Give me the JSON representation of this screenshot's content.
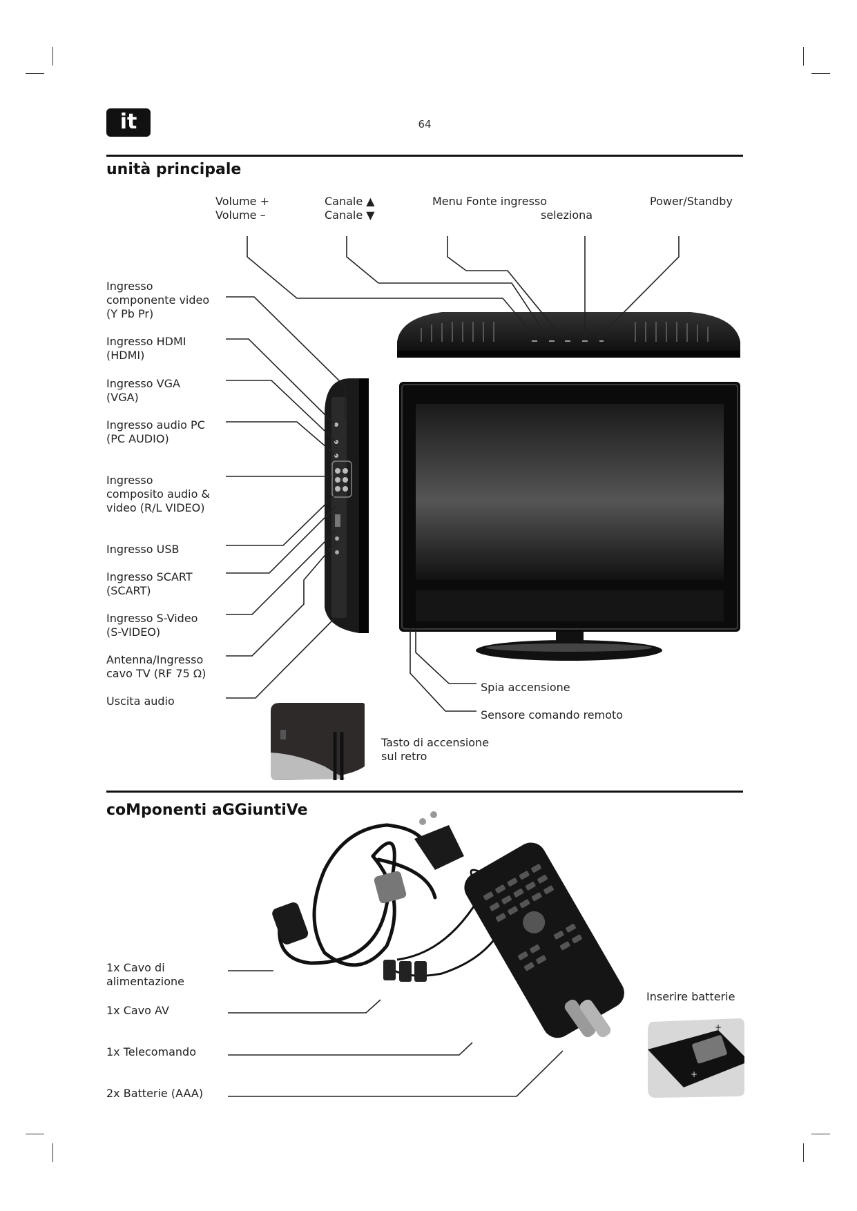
{
  "header": {
    "lang_badge": "it",
    "page_number": "64"
  },
  "section_main": {
    "title": "unità principale",
    "top_labels": {
      "volume_up": "Volume +",
      "volume_down": "Volume –",
      "channel_up": "Canale ▲",
      "channel_down": "Canale ▼",
      "menu_source": "Menu Fonte ingresso",
      "select": "seleziona",
      "power": "Power/Standby"
    },
    "side_labels": {
      "component": [
        "Ingresso",
        "componente video",
        "(Y Pb Pr)"
      ],
      "hdmi": [
        "Ingresso HDMI",
        "(HDMI)"
      ],
      "vga": [
        "Ingresso VGA",
        "(VGA)"
      ],
      "pc_audio": [
        "Ingresso audio PC",
        "(PC AUDIO)"
      ],
      "composite": [
        "Ingresso",
        "composito audio &",
        "video (R/L VIDEO)"
      ],
      "usb": [
        "Ingresso USB"
      ],
      "scart": [
        "Ingresso SCART",
        "(SCART)"
      ],
      "svideo": [
        "Ingresso S-Video",
        "(S-VIDEO)"
      ],
      "antenna": [
        "Antenna/Ingresso",
        "cavo TV (RF 75 Ω)"
      ],
      "audio_out": [
        "Uscita audio"
      ]
    },
    "power_led": "Spia accensione",
    "remote_sensor": "Sensore comando remoto",
    "rear_switch": [
      "Tasto di accensione",
      "sul retro"
    ]
  },
  "section_accessories": {
    "title": "coMponenti aGGiuntiVe",
    "items": {
      "power_cable": [
        "1x Cavo di",
        "alimentazione"
      ],
      "av_cable": "1x Cavo AV",
      "remote": "1x Telecomando",
      "batteries": "2x Batterie (AAA)"
    },
    "insert_batteries": "Inserire batterie"
  }
}
